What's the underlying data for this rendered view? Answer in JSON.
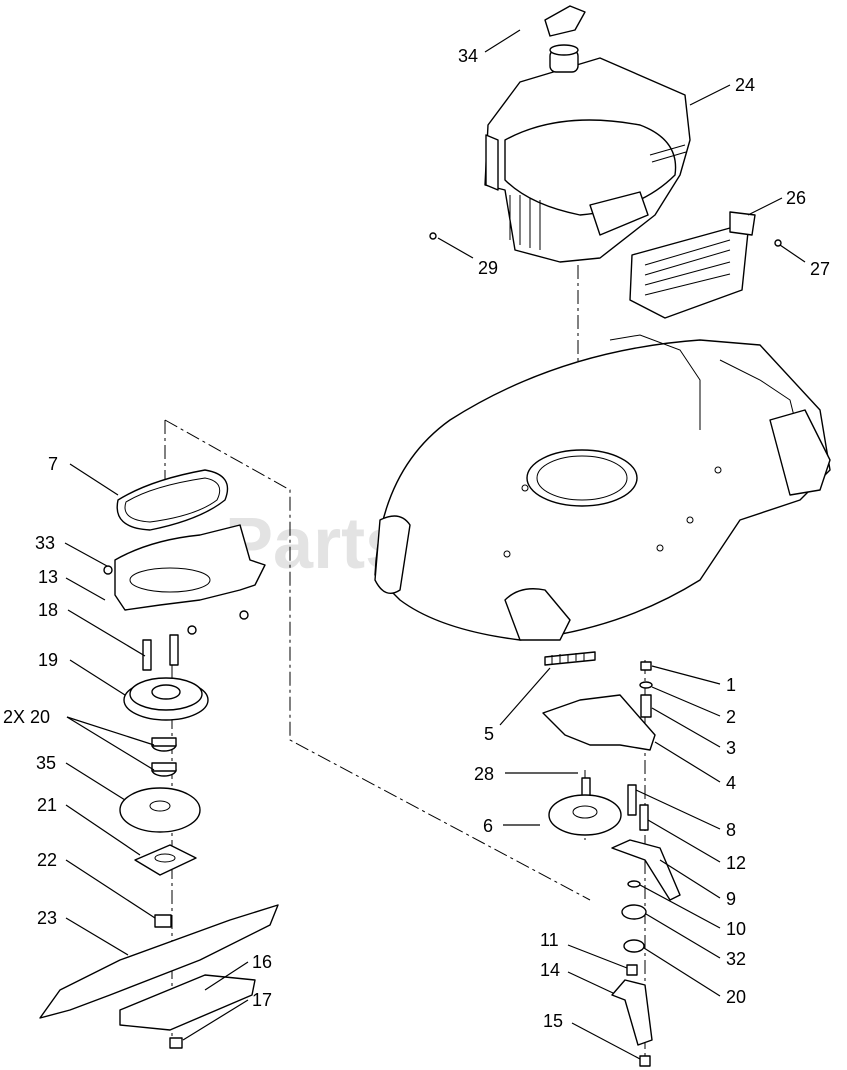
{
  "watermark": "PartsTree",
  "callouts": {
    "c1": "1",
    "c2": "2",
    "c3": "3",
    "c4": "4",
    "c5": "5",
    "c6": "6",
    "c7": "7",
    "c8": "8",
    "c9": "9",
    "c10": "10",
    "c11": "11",
    "c12": "12",
    "c13": "13",
    "c14": "14",
    "c15": "15",
    "c16": "16",
    "c17": "17",
    "c18": "18",
    "c19": "19",
    "c20a": "2X 20",
    "c20b": "20",
    "c21": "21",
    "c22": "22",
    "c23": "23",
    "c24": "24",
    "c26": "26",
    "c27": "27",
    "c28": "28",
    "c29": "29",
    "c32": "32",
    "c33": "33",
    "c34": "34",
    "c35": "35"
  }
}
